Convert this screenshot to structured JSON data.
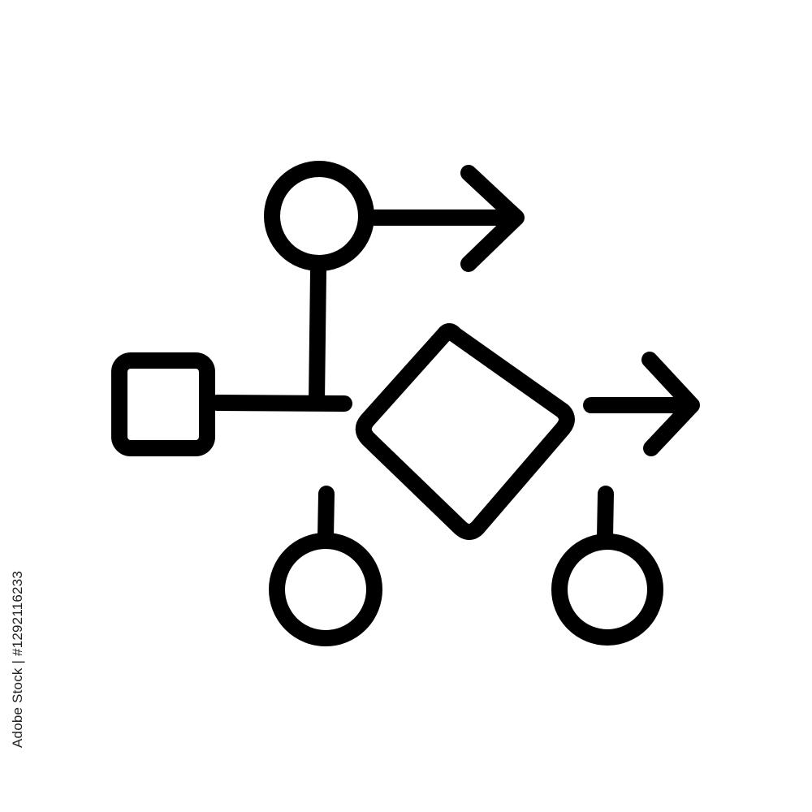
{
  "stock_id_text": "Adobe Stock | #1292116233",
  "colors": {
    "background": "#ffffff",
    "stroke": "#000000"
  },
  "icon": {
    "name": "flowchart-icon",
    "shapes": [
      "top-circle-node",
      "square-node",
      "diamond-decision-node",
      "bottom-left-circle-node",
      "bottom-right-circle-node",
      "top-arrow",
      "right-arrow"
    ]
  }
}
